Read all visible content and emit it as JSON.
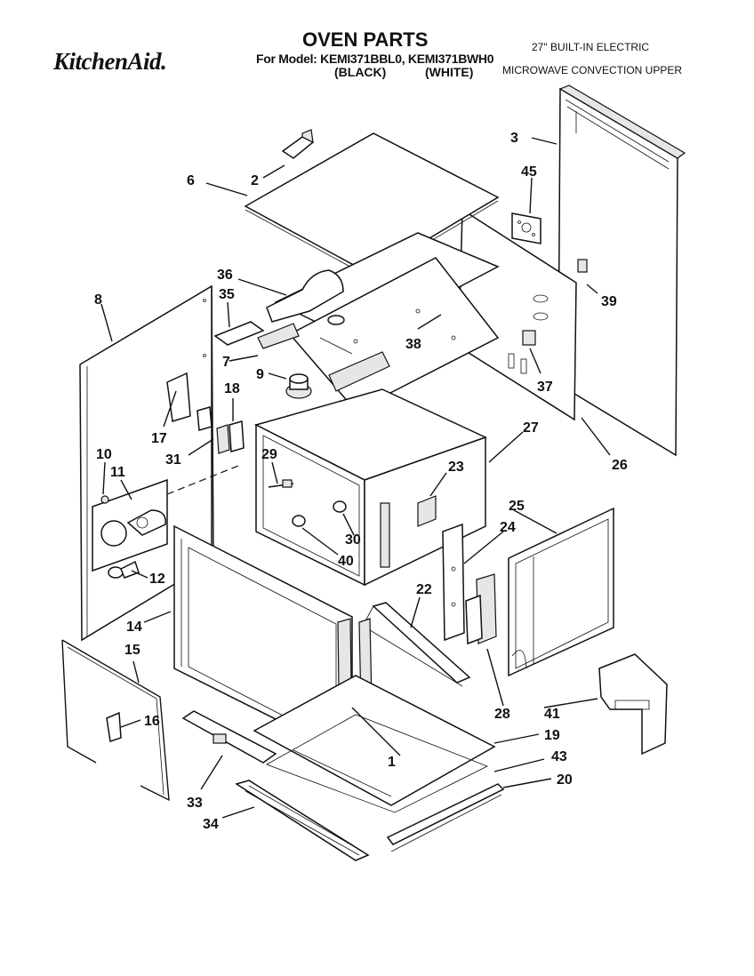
{
  "header": {
    "brand": "KitchenAid.",
    "title": "OVEN PARTS",
    "model_line": "For Model: KEMI371BBL0, KEMI371BWH0",
    "variant_black": "(BLACK)",
    "variant_white": "(WHITE)",
    "description_line1": "27\" BUILT-IN ELECTRIC",
    "description_line2": "MICROWAVE CONVECTION UPPER"
  },
  "diagram": {
    "part_labels": [
      "1",
      "2",
      "3",
      "6",
      "7",
      "8",
      "9",
      "10",
      "11",
      "12",
      "14",
      "15",
      "16",
      "17",
      "18",
      "19",
      "20",
      "22",
      "23",
      "24",
      "25",
      "26",
      "27",
      "28",
      "29",
      "30",
      "31",
      "33",
      "34",
      "35",
      "36",
      "37",
      "38",
      "39",
      "40",
      "41",
      "43",
      "45"
    ]
  }
}
